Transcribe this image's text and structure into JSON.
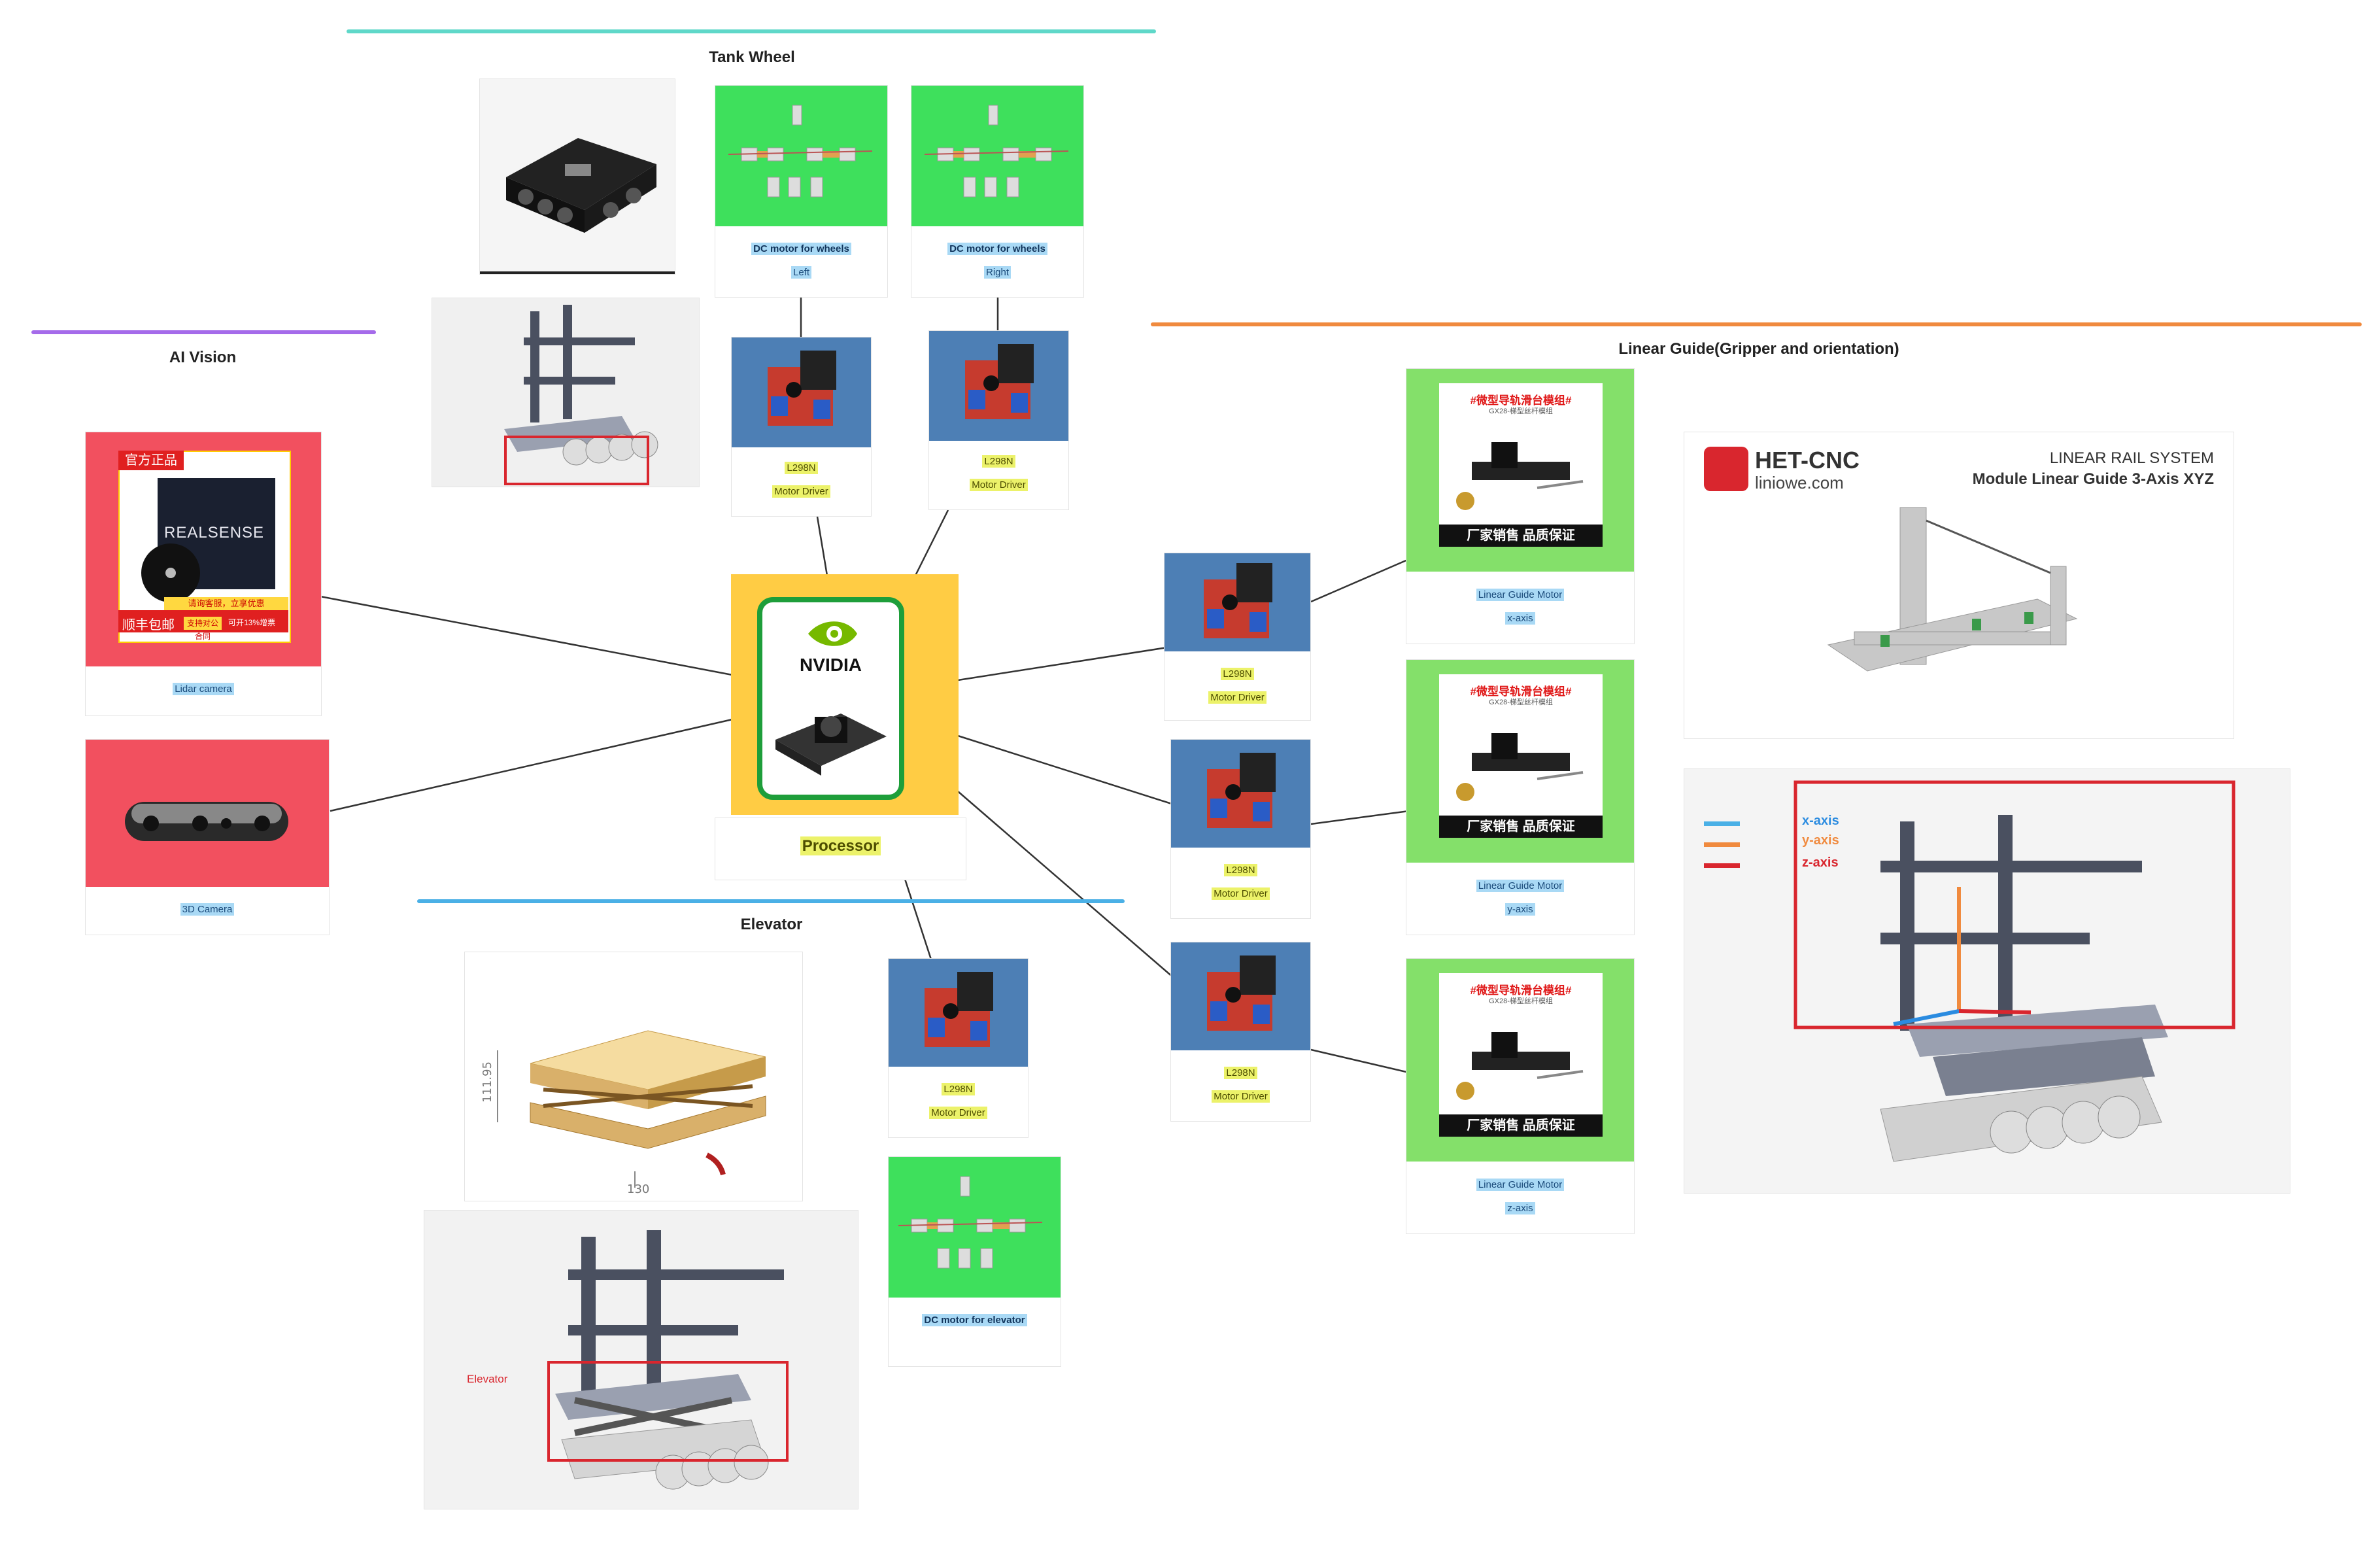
{
  "sections": {
    "tank_wheel": "Tank Wheel",
    "ai_vision": "AI Vision",
    "linear_guide": "Linear Guide(Gripper and orientation)",
    "elevator": "Elevator"
  },
  "colors": {
    "tank_line": "#5fd8c9",
    "ai_line": "#a56bea",
    "linear_line": "#f08a3e",
    "elevator_line": "#4ab0e6",
    "green": "#3ee05c",
    "light_green": "#84e06a",
    "blue": "#4d7fb5",
    "yellow": "#ffcc44",
    "red": "#f2505f"
  },
  "motors": {
    "left": {
      "title": "DC motor for wheels",
      "sub": "Left"
    },
    "right": {
      "title": "DC motor for wheels",
      "sub": "Right"
    },
    "elevator": {
      "title": "DC motor for elevator"
    }
  },
  "drivers": {
    "name": "L298N",
    "sub": "Motor Driver"
  },
  "processor": {
    "label": "Processor",
    "brand": "NVIDIA"
  },
  "cameras": {
    "lidar": "Lidar camera",
    "lidar_brand": "REALSENSE",
    "lidar_badge_top": "官方正品",
    "lidar_badge_bottom": "顺丰包邮",
    "lidar_badge_note1": "支持对公合同",
    "lidar_badge_note2": "可开13%增票",
    "lidar_badge_mid": "请询客服，立享优惠",
    "d3": "3D Camera"
  },
  "guides": {
    "title": "Linear Guide Motor",
    "x": "x-axis",
    "y": "y-axis",
    "z": "z-axis",
    "product_title": "#微型导轨滑台模组#",
    "product_sub": "GX28-梯型丝杆模组",
    "product_banner": "厂家销售 品质保证"
  },
  "hetcnc": {
    "brand": "HET-CNC",
    "site": "liniowe.com",
    "line1": "LINEAR RAIL SYSTEM",
    "line2": "Module Linear Guide 3-Axis XYZ"
  },
  "axes_legend": {
    "x": "x-axis",
    "y": "y-axis",
    "z": "z-axis"
  },
  "elevator_label": "Elevator",
  "lift_dim": "111.95",
  "lift_dim2": "130"
}
